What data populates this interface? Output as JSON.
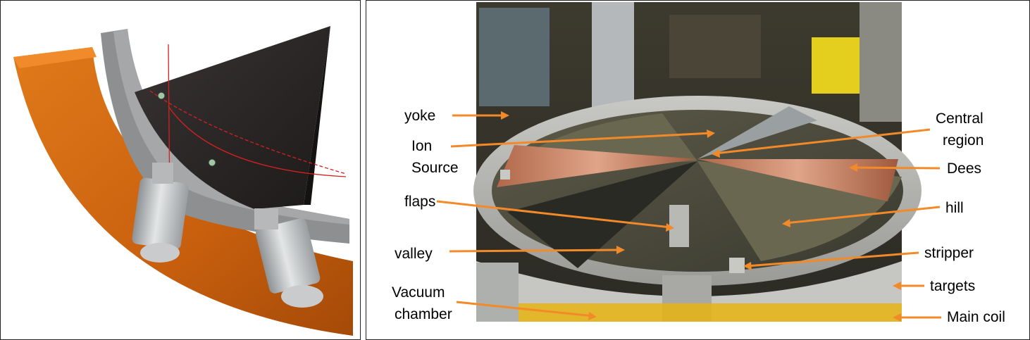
{
  "left_figure": {
    "description_icons": [
      "cad-magnet-sector",
      "coil-arc",
      "probe-cylinder-icon"
    ]
  },
  "right_figure": {
    "labels": {
      "yoke": "yoke",
      "ion_source_1": "Ion",
      "ion_source_2": "Source",
      "flaps": "flaps",
      "valley": "valley",
      "vacuum_1": "Vacuum",
      "vacuum_2": "chamber",
      "central_1": "Central",
      "central_2": "region",
      "dees": "Dees",
      "hill": "hill",
      "stripper": "stripper",
      "targets": "targets",
      "main_coil": "Main coil"
    },
    "arrow_color": "#f28a2a"
  }
}
